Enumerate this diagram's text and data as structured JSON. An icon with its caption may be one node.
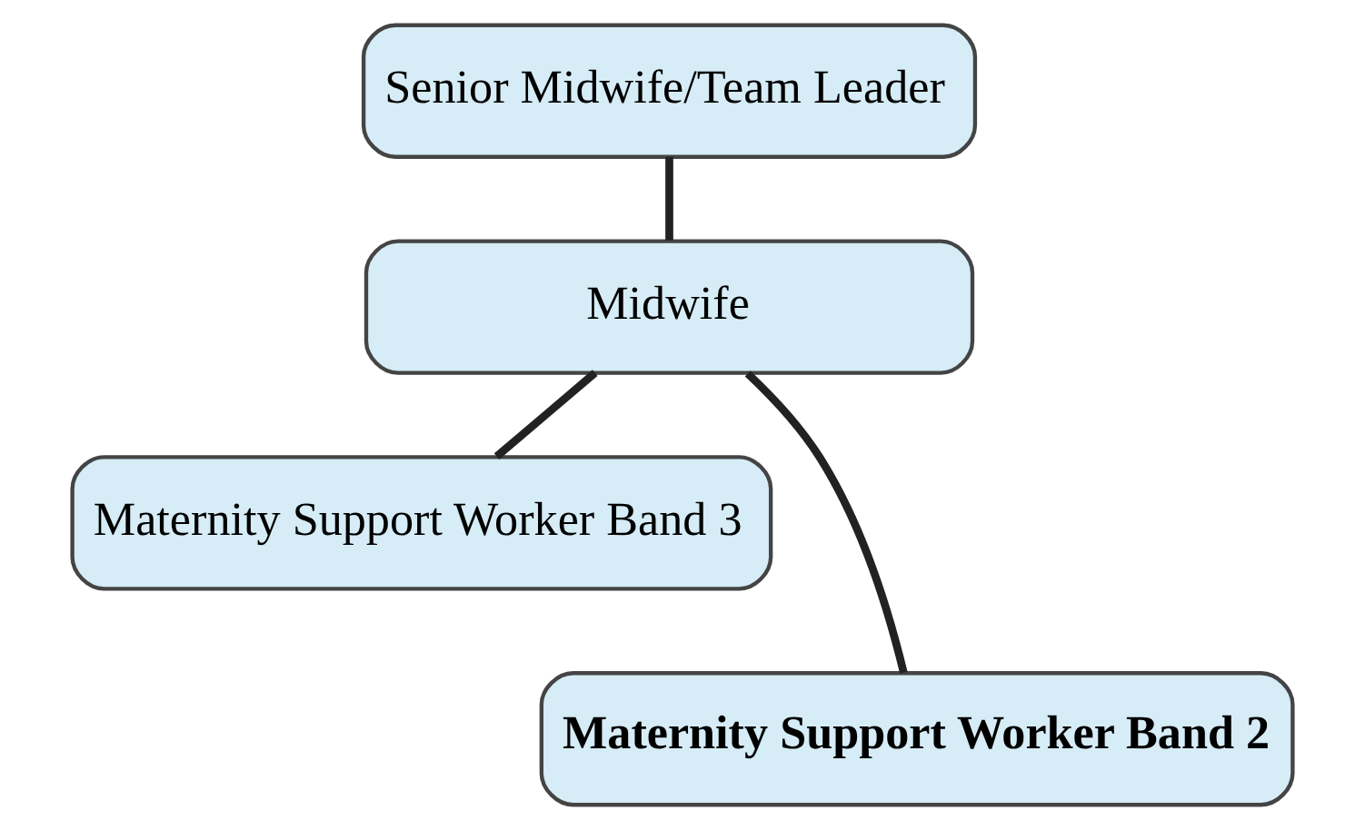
{
  "diagram": {
    "nodes": [
      {
        "text": [
          "Senior Midwife/Team Leader"
        ]
      },
      {
        "text": [
          "Midwife"
        ]
      },
      {
        "text": [
          "Maternity Support Worker Band 3"
        ]
      },
      {
        "text": [
          "Maternity Support Worker Band 2"
        ]
      }
    ],
    "edges": [
      {
        "from": 0,
        "to": 1,
        "arrow": "none"
      },
      {
        "from": 1,
        "to": 2,
        "arrow": "none"
      },
      {
        "from": 1,
        "to": 3,
        "arrow": "none"
      }
    ]
  }
}
